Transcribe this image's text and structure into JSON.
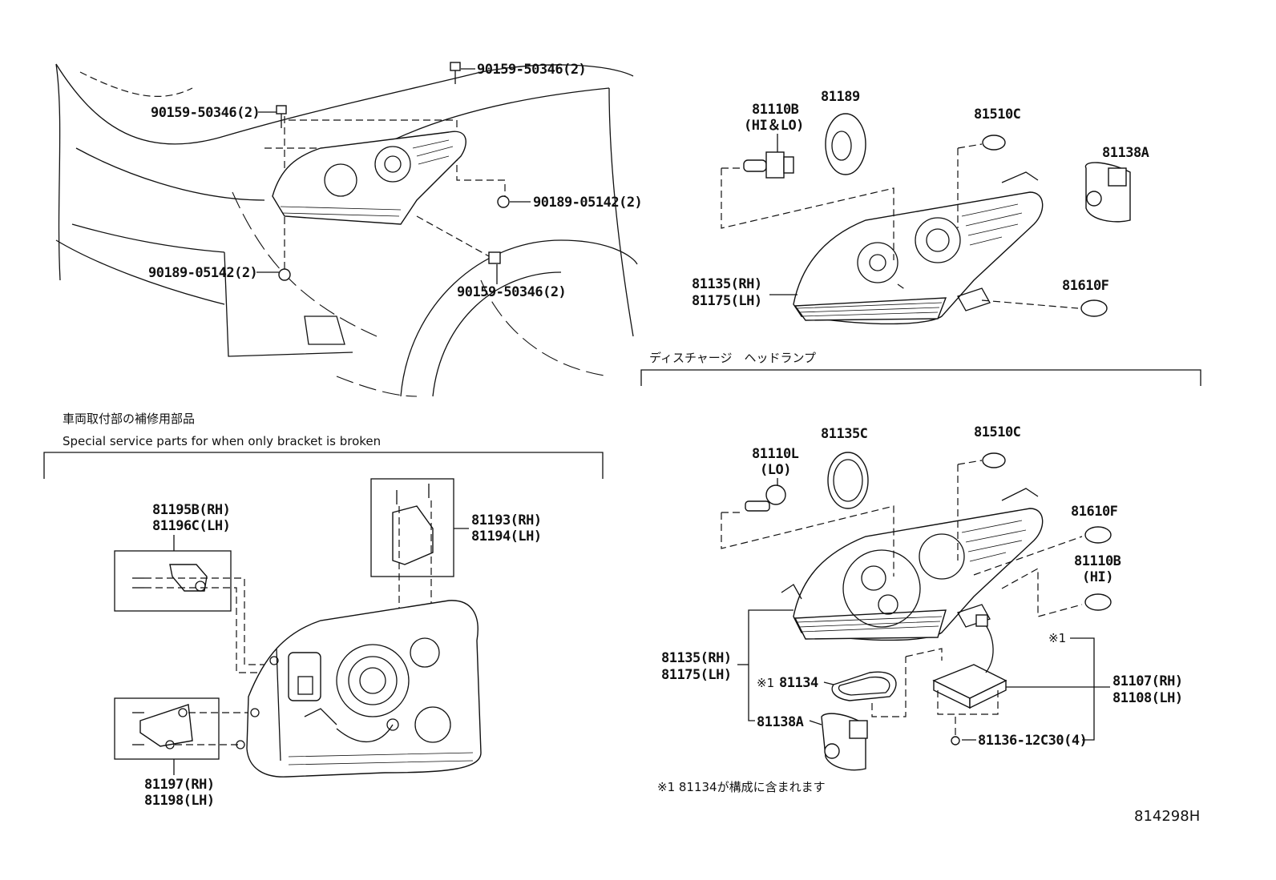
{
  "labels": {
    "vehicle_top_bolt": "90159-50346(2)",
    "vehicle_left_bolt": "90159-50346(2)",
    "vehicle_right_clip": "90189-05142(2)",
    "vehicle_left_clip": "90189-05142(2)",
    "vehicle_bottom_bolt": "90159-50346(2)",
    "halogen_bulb": "81110B",
    "halogen_bulb_note": "(HI＆LO)",
    "halogen_cover": "81189",
    "halogen_side_bulb": "81510C",
    "halogen_socket": "81138A",
    "halogen_unit_rh": "81135(RH)",
    "halogen_unit_lh": "81175(LH)",
    "halogen_turn_bulb": "81610F",
    "discharge_title": "ディスチャージ　ヘッドランプ",
    "discharge_bulb": "81110L",
    "discharge_bulb_note": "(LO)",
    "discharge_cover": "81135C",
    "discharge_side_bulb": "81510C",
    "discharge_turn_bulb": "81610F",
    "discharge_hi_bulb": "81110B",
    "discharge_hi_note": "(HI)",
    "ref_mark_1": "※1",
    "discharge_unit_rh": "81135(RH)",
    "discharge_unit_lh": "81175(LH)",
    "discharge_gasket_mark": "※1",
    "discharge_gasket": "81134",
    "discharge_socket": "81138A",
    "ballast_rh": "81107(RH)",
    "ballast_lh": "81108(LH)",
    "ballast_screw": "81136-12C30(4)",
    "footnote": "※1 81134が構成に含まれます",
    "service_title_jp": "車両取付部の補修用部品",
    "service_title_en": "Special service parts for when only bracket is broken",
    "bracket_upper_rh": "81195B(RH)",
    "bracket_upper_lh": "81196C(LH)",
    "bracket_top_rh": "81193(RH)",
    "bracket_top_lh": "81194(LH)",
    "bracket_lower_rh": "81197(RH)",
    "bracket_lower_lh": "81198(LH)",
    "diagram_code": "814298H"
  }
}
